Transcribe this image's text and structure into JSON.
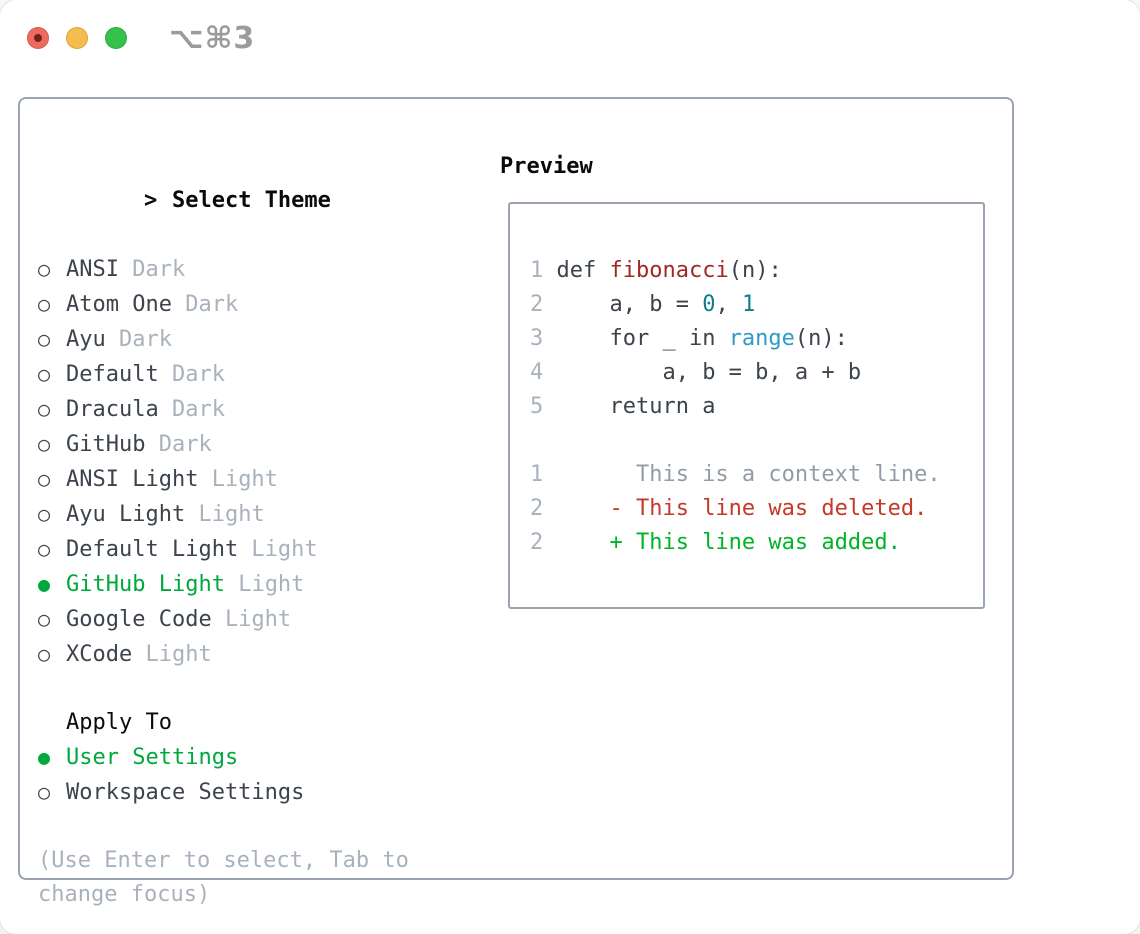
{
  "window": {
    "shortcut_label": "⌥⌘3"
  },
  "colors": {
    "accent_green": "#00a83e",
    "added_green": "#00b428",
    "deleted_red": "#c43a28",
    "function_red": "#a02a23",
    "number_teal": "#0d7d8a",
    "builtin_blue": "#2e9bc6",
    "code_default": "#3c434c",
    "muted_gray": "#a9b2bc",
    "context_gray": "#939ca4",
    "border_gray": "#9aa4b0",
    "title_black": "#0a0a0a",
    "traffic_red": "#ee6a5f",
    "traffic_yellow": "#f5bd4b",
    "traffic_green": "#35c24a",
    "traffic_dot": "#75201a",
    "shortcut_gray": "#9b9b9b"
  },
  "theme_panel": {
    "prompt": ">",
    "title": "Select Theme",
    "radio_unselected_icon": "○",
    "radio_selected_icon": "●",
    "themes": [
      {
        "name": "ANSI",
        "variant": "Dark",
        "selected": false
      },
      {
        "name": "Atom One",
        "variant": "Dark",
        "selected": false
      },
      {
        "name": "Ayu",
        "variant": "Dark",
        "selected": false
      },
      {
        "name": "Default",
        "variant": "Dark",
        "selected": false
      },
      {
        "name": "Dracula",
        "variant": "Dark",
        "selected": false
      },
      {
        "name": "GitHub",
        "variant": "Dark",
        "selected": false
      },
      {
        "name": "ANSI Light",
        "variant": "Light",
        "selected": false
      },
      {
        "name": "Ayu Light",
        "variant": "Light",
        "selected": false
      },
      {
        "name": "Default Light",
        "variant": "Light",
        "selected": false
      },
      {
        "name": "GitHub Light",
        "variant": "Light",
        "selected": true
      },
      {
        "name": "Google Code",
        "variant": "Light",
        "selected": false
      },
      {
        "name": "XCode",
        "variant": "Light",
        "selected": false
      }
    ],
    "apply_to": {
      "title": "Apply To",
      "options": [
        {
          "label": "User Settings",
          "selected": true
        },
        {
          "label": "Workspace Settings",
          "selected": false
        }
      ]
    },
    "hint": "(Use Enter to select, Tab to change focus)"
  },
  "preview": {
    "title": "Preview",
    "lines": [
      {
        "num": "1",
        "segments": [
          {
            "text": " def ",
            "style": "code"
          },
          {
            "text": "fibonacci",
            "style": "function"
          },
          {
            "text": "(n):",
            "style": "code"
          }
        ]
      },
      {
        "num": "2",
        "segments": [
          {
            "text": "     a, b = ",
            "style": "code"
          },
          {
            "text": "0",
            "style": "number"
          },
          {
            "text": ", ",
            "style": "code"
          },
          {
            "text": "1",
            "style": "number"
          }
        ]
      },
      {
        "num": "3",
        "segments": [
          {
            "text": "     for _ in ",
            "style": "code"
          },
          {
            "text": "range",
            "style": "builtin"
          },
          {
            "text": "(n):",
            "style": "code"
          }
        ]
      },
      {
        "num": "4",
        "segments": [
          {
            "text": "         a, b = b, a + b",
            "style": "code"
          }
        ]
      },
      {
        "num": "5",
        "segments": [
          {
            "text": "     return a",
            "style": "code"
          }
        ]
      },
      {
        "num": "",
        "segments": []
      },
      {
        "num": "1",
        "segments": [
          {
            "text": "       This is a context line.",
            "style": "context"
          }
        ]
      },
      {
        "num": "2",
        "segments": [
          {
            "text": "     - This line was deleted.",
            "style": "deleted"
          }
        ]
      },
      {
        "num": "2",
        "segments": [
          {
            "text": "     + This line was added.",
            "style": "added"
          }
        ]
      }
    ]
  }
}
